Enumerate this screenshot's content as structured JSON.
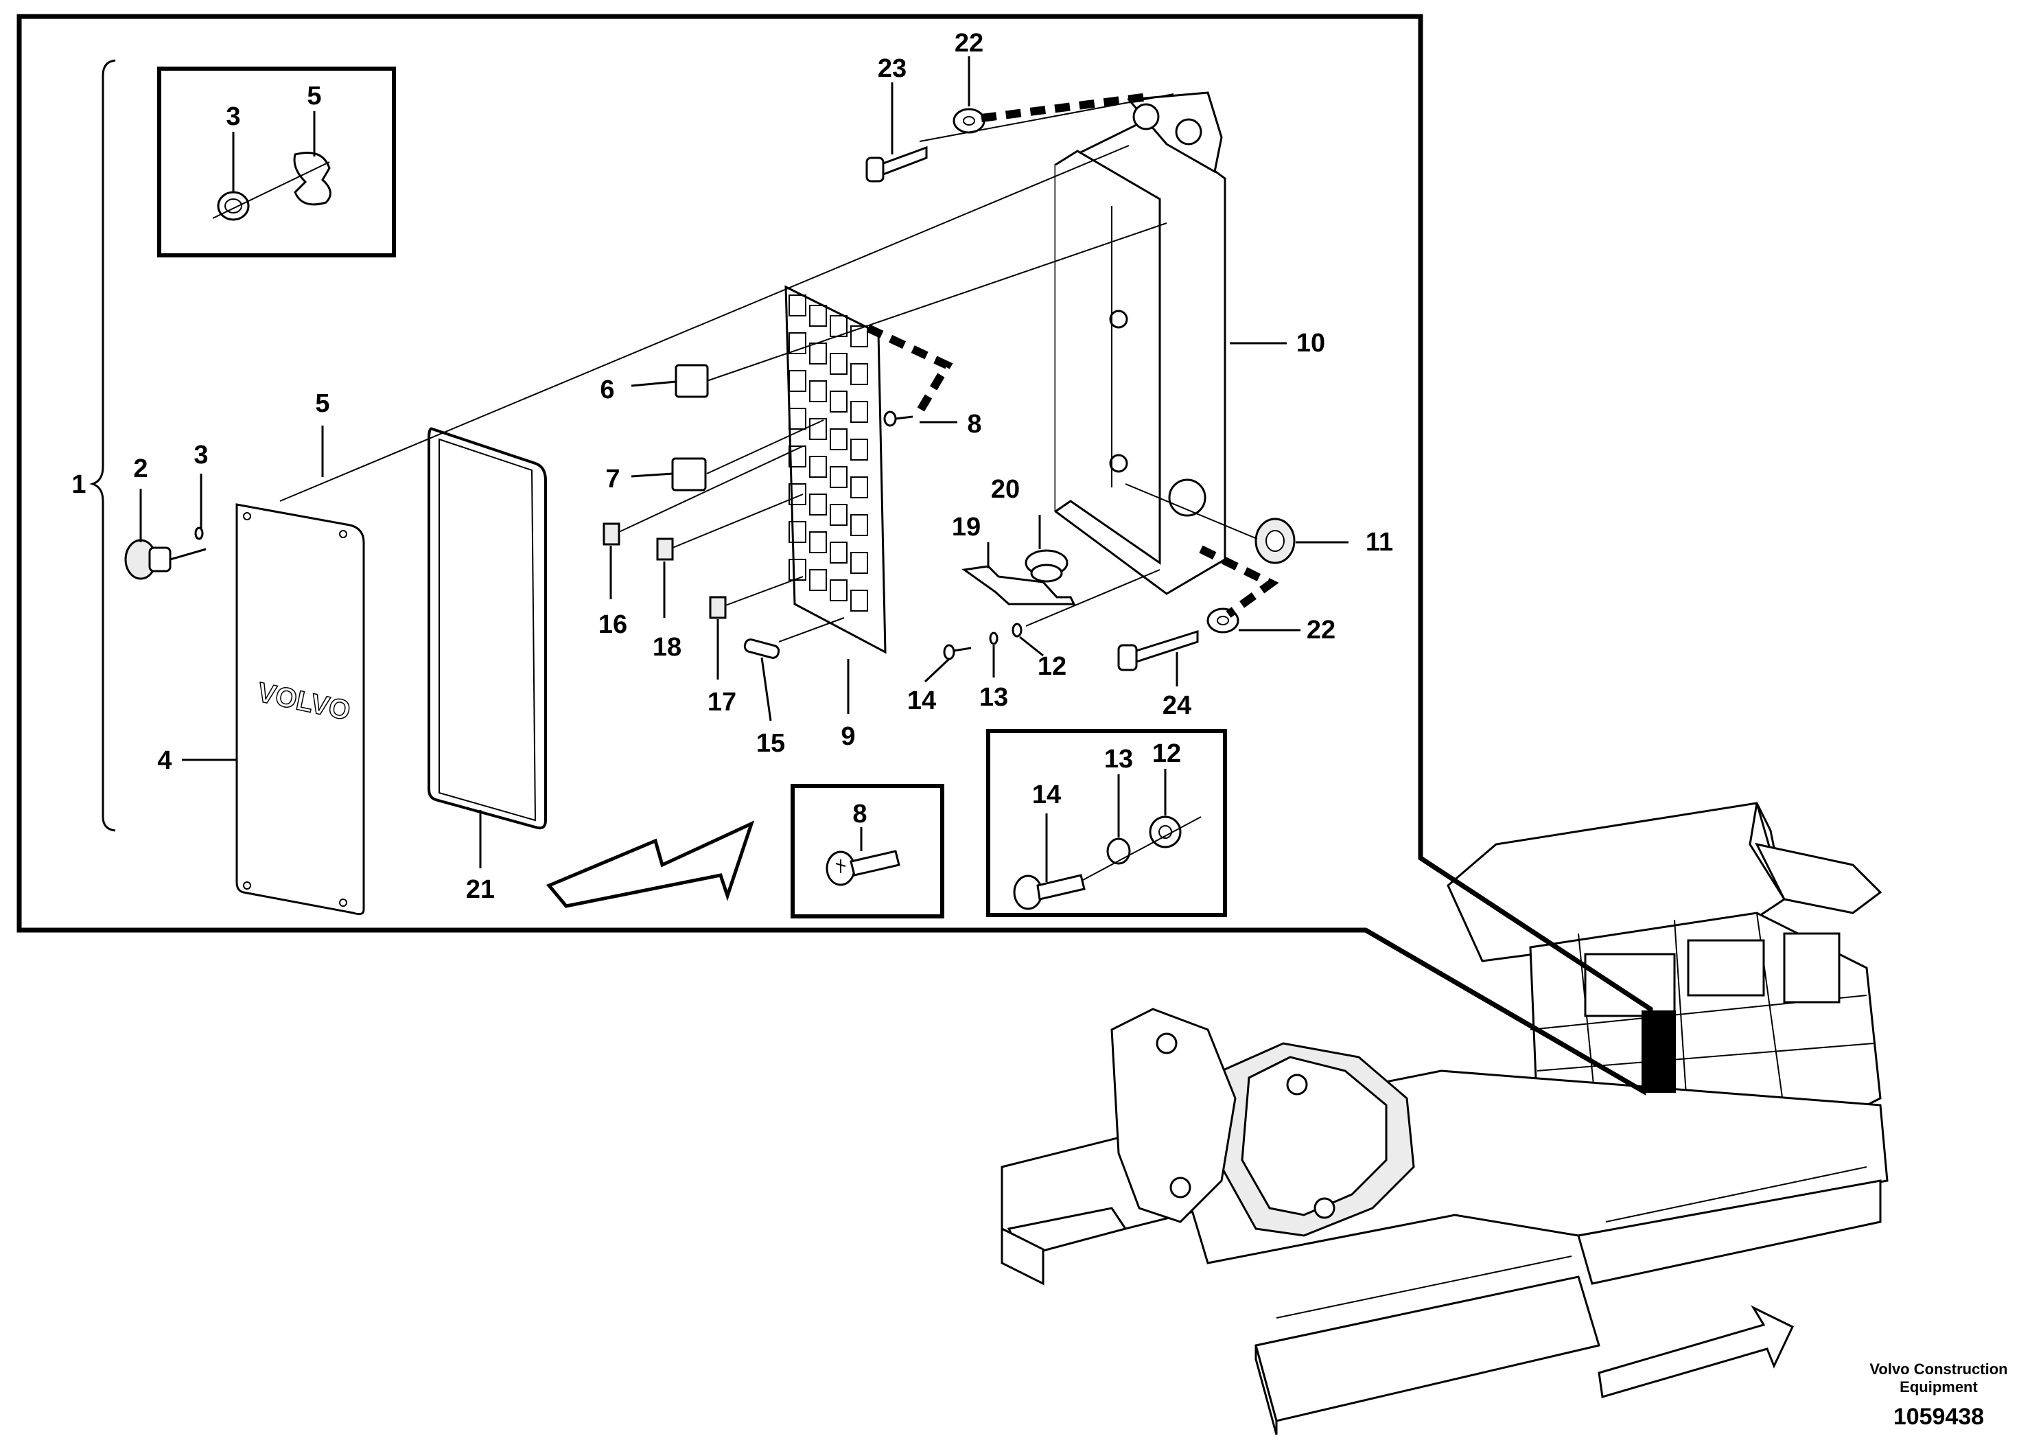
{
  "labels": {
    "l1": "1",
    "l2": "2",
    "l3a": "3",
    "l3b": "3",
    "l4": "4",
    "l5a": "5",
    "l5b": "5",
    "l6": "6",
    "l7": "7",
    "l8a": "8",
    "l8b": "8",
    "l9": "9",
    "l10": "10",
    "l11": "11",
    "l12a": "12",
    "l12b": "12",
    "l13a": "13",
    "l13b": "13",
    "l14a": "14",
    "l14b": "14",
    "l15": "15",
    "l16": "16",
    "l17": "17",
    "l18": "18",
    "l19": "19",
    "l20": "20",
    "l21": "21",
    "l22a": "22",
    "l22b": "22",
    "l23": "23",
    "l24": "24"
  },
  "cover_logo": "VOLVO",
  "credit_line1": "Volvo Construction",
  "credit_line2": "Equipment",
  "doc_number": "1059438"
}
